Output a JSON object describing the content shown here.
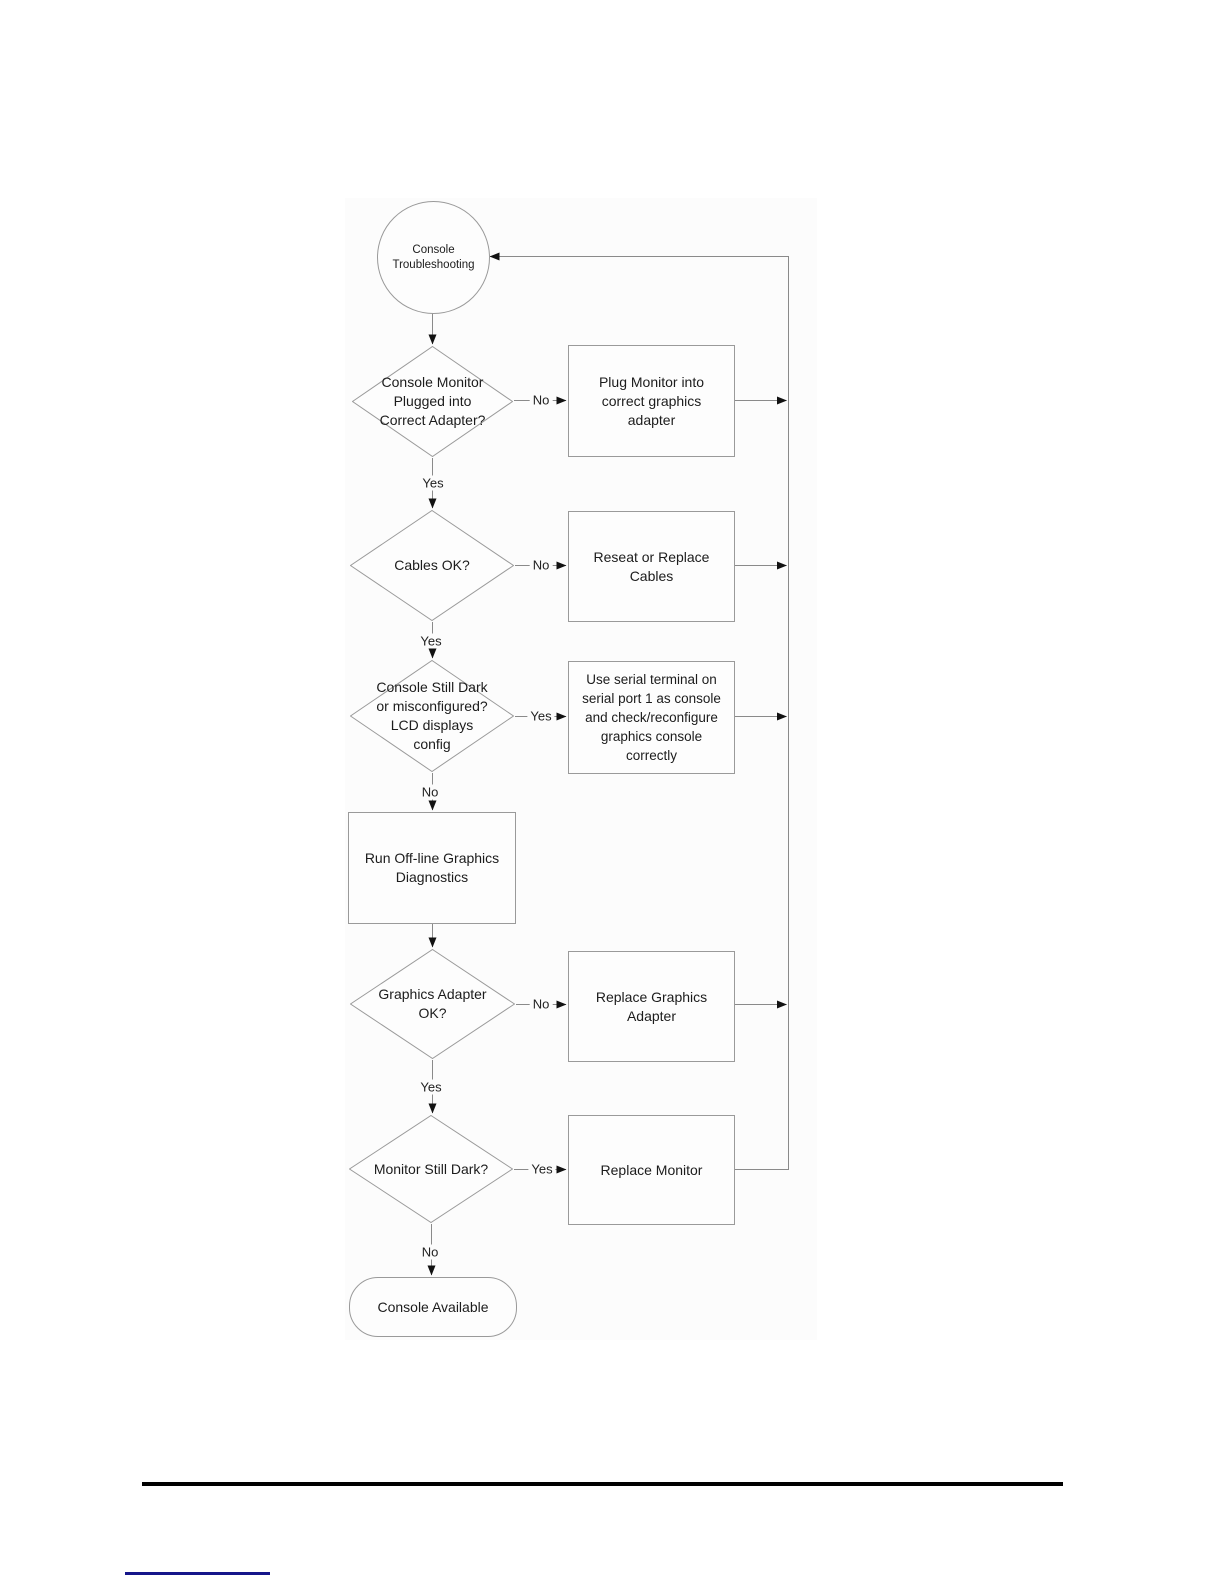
{
  "flowchart": {
    "start_label": "Console\nTroubleshooting",
    "d1": "Console Monitor\nPlugged into\nCorrect Adapter?",
    "a1": "Plug Monitor into\ncorrect graphics\nadapter",
    "d2": "Cables OK?",
    "a2": "Reseat or Replace\nCables",
    "d3": "Console Still Dark\nor misconfigured?\nLCD displays\nconfig",
    "a3": "Use serial terminal on\nserial port 1 as console\nand check/reconfigure\ngraphics console\ncorrectly",
    "p1": "Run Off-line Graphics\nDiagnostics",
    "d4": "Graphics Adapter\nOK?",
    "a4": "Replace Graphics\nAdapter",
    "d5": "Monitor Still Dark?",
    "a5": "Replace Monitor",
    "end_label": "Console Available",
    "labels": {
      "yes": "Yes",
      "no": "No"
    }
  },
  "colors": {
    "shape_stroke": "#9a9a9a",
    "connector_line": "#8a8a8a",
    "arrowhead": "#121212",
    "canvas_bg": "#fcfcfc",
    "footer_rule": "#000000",
    "link_underline": "#15158a"
  }
}
